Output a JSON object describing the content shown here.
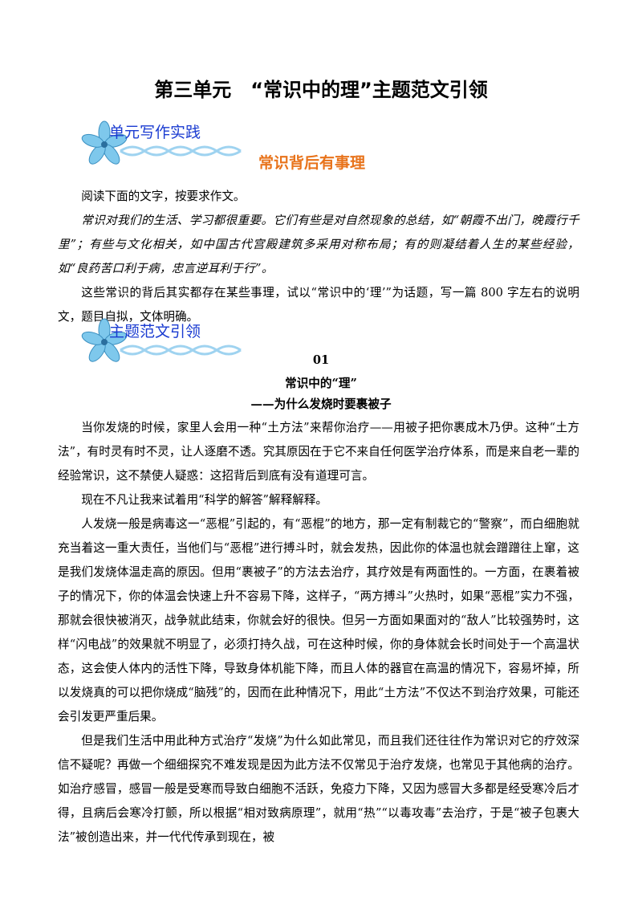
{
  "doc": {
    "title": "第三单元　“常识中的理”主题范文引领",
    "section1": "单元写作实践",
    "task_title": "常识背后有事理",
    "prompt_intro": "阅读下面的文字，按要求作文。",
    "prompt_quote": "常识对我们的生活、学习都很重要。它们有些是对自然现象的总结，如“朝霞不出门，晚霞行千里”；有些与文化相关，如中国古代宫殿建筑多采用对称布局；有的则凝结着人生的某些经验，如“良药苦口利于病，忠言逆耳利于行”。",
    "prompt_task": "这些常识的背后其实都存在某些事理，试以“常识中的‘理’”为话题，写一篇 800 字左右的说明文，题目自拟，文体明确。",
    "section2": "主题范文引领",
    "essay_no": "01",
    "essay_title": "常识中的“理”",
    "essay_subtitle": "——为什么发烧时要裹被子",
    "paragraphs": [
      "当你发烧的时候，家里人会用一种“土方法”来帮你治疗——用被子把你裹成木乃伊。这种“土方法”，有时灵有时不灵，让人逐磨不透。究其原因在于它不来自任何医学治疗体系，而是来自老一辈的经验常识，这不禁使人疑惑：这招背后到底有没有道理可言。",
      "现在不凡让我来试着用“科学的解答”解释解释。",
      "人发烧一般是病毒这一“恶棍”引起的，有“恶棍”的地方，那一定有制裁它的“警察”，而白细胞就充当着这一重大责任，当他们与“恶棍”进行搏斗时，就会发热，因此你的体温也就会蹭蹭往上窜，这是我们发烧体温走高的原因。但用“裹被子”的方法去治疗，其疗效是有两面性的。一方面，在裹着被子的情况下，你的体温会快速上升不容易下降，这样子，“两方搏斗”火热时，如果“恶棍”实力不强，那就会很快被消灭，战争就此结束，你就会好的很快。但另一方面如果面对的“敌人”比较强势时，这样“闪电战”的效果就不明显了，必须打持久战，可在这种时候，你的身体就会长时间处于一个高温状态，这会使人体内的活性下降，导致身体机能下降，而且人体的器官在高温的情况下，容易坏掉，所以发烧真的可以把你烧成“脑残”的，因而在此种情况下，用此“土方法”不仅达不到治疗效果，可能还会引发更严重后果。",
      "但是我们生活中用此种方式治疗“发烧”为什么如此常见，而且我们还往往作为常识对它的疗效深信不疑呢？再做一个细细探究不难发现是因为此方法不仅常见于治疗发烧，也常见于其他病的治疗。如治疗感冒，感冒一般是受寒而导致白细胞不活跃，免疫力下降，又因为感冒大多都是经受寒冷后才得，且病后会寒冷打颤，所以根据“相对致病原理”，就用“热”“以毒攻毒”去治疗，于是“被子包裹大法”被创造出来，并一代代传承到现在，被"
    ]
  },
  "colors": {
    "banner_text": "#1a3bd1",
    "task_title": "#e8731b",
    "flower": "#7ec8ec",
    "wave": "#9fd3f0"
  },
  "icons": [
    "flower-icon",
    "wave-decoration"
  ]
}
